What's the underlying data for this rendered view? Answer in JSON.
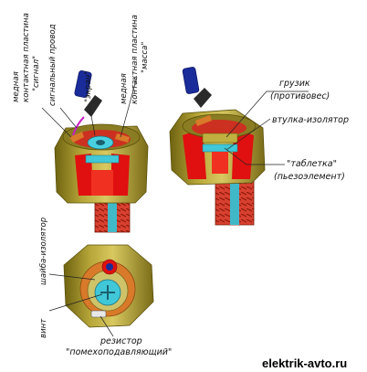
{
  "labels": {
    "copper_plate_signal_1": "медная",
    "copper_plate_signal_2": "контактная пластина",
    "copper_plate_signal_3": "\"сигнал\"",
    "signal_wire": "сигнальный провод",
    "screen": "\"экран\"",
    "copper_plate_mass_1": "медная",
    "copper_plate_mass_2": "контактная пластина",
    "copper_plate_mass_3": "\"масса\"",
    "weight_1": "грузик",
    "weight_2": "(противовес)",
    "sleeve_insulator": "втулка-изолятор",
    "tablet_1": "\"таблетка\"",
    "tablet_2": "(пьезоэлемент)",
    "washer_insulator": "шайба-изолятор",
    "screw": "винт",
    "resistor_1": "резистор",
    "resistor_2": "\"помехоподавляющий\"",
    "watermark": "elektrik-avto.ru"
  },
  "colors": {
    "brass": "#a89a2c",
    "brass_dark": "#6e6210",
    "red_insulator": "#e01010",
    "thread_red": "#d83a2a",
    "cyan_element": "#40c8d8",
    "blue_wire": "#1a2c9a",
    "copper": "#d87a2a"
  }
}
